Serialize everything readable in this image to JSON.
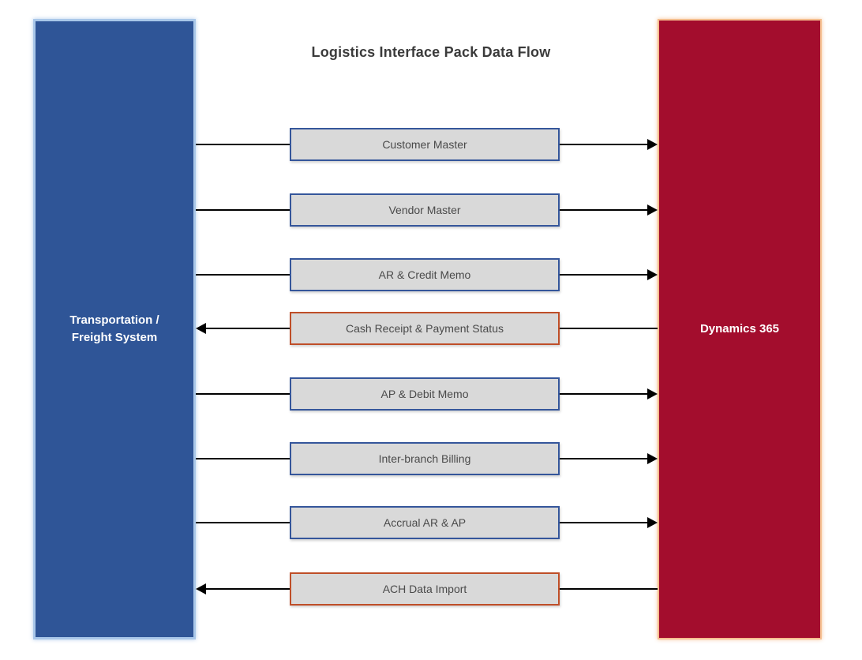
{
  "title": "Logistics Interface Pack Data Flow",
  "source": {
    "label": "Transportation /\nFreight System"
  },
  "target": {
    "label": "Dynamics 365"
  },
  "flows": [
    {
      "label": "Customer Master",
      "direction": "right",
      "border": "blue"
    },
    {
      "label": "Vendor Master",
      "direction": "right",
      "border": "blue"
    },
    {
      "label": "AR & Credit Memo",
      "direction": "right",
      "border": "blue"
    },
    {
      "label": "Cash Receipt & Payment Status",
      "direction": "left",
      "border": "orange"
    },
    {
      "label": "AP & Debit Memo",
      "direction": "right",
      "border": "blue"
    },
    {
      "label": "Inter-branch Billing",
      "direction": "right",
      "border": "blue"
    },
    {
      "label": "Accrual AR & AP",
      "direction": "right",
      "border": "blue"
    },
    {
      "label": "ACH Data Import",
      "direction": "left",
      "border": "orange"
    }
  ],
  "colors": {
    "source_fill": "#2F5597",
    "source_border": "#A9C7E9",
    "target_fill": "#A30D2D",
    "target_border": "#F5BE8E",
    "flow_fill": "#D9D9D9",
    "flow_border_blue": "#35569B",
    "flow_border_orange": "#BF4E28",
    "arrow": "#000000"
  }
}
